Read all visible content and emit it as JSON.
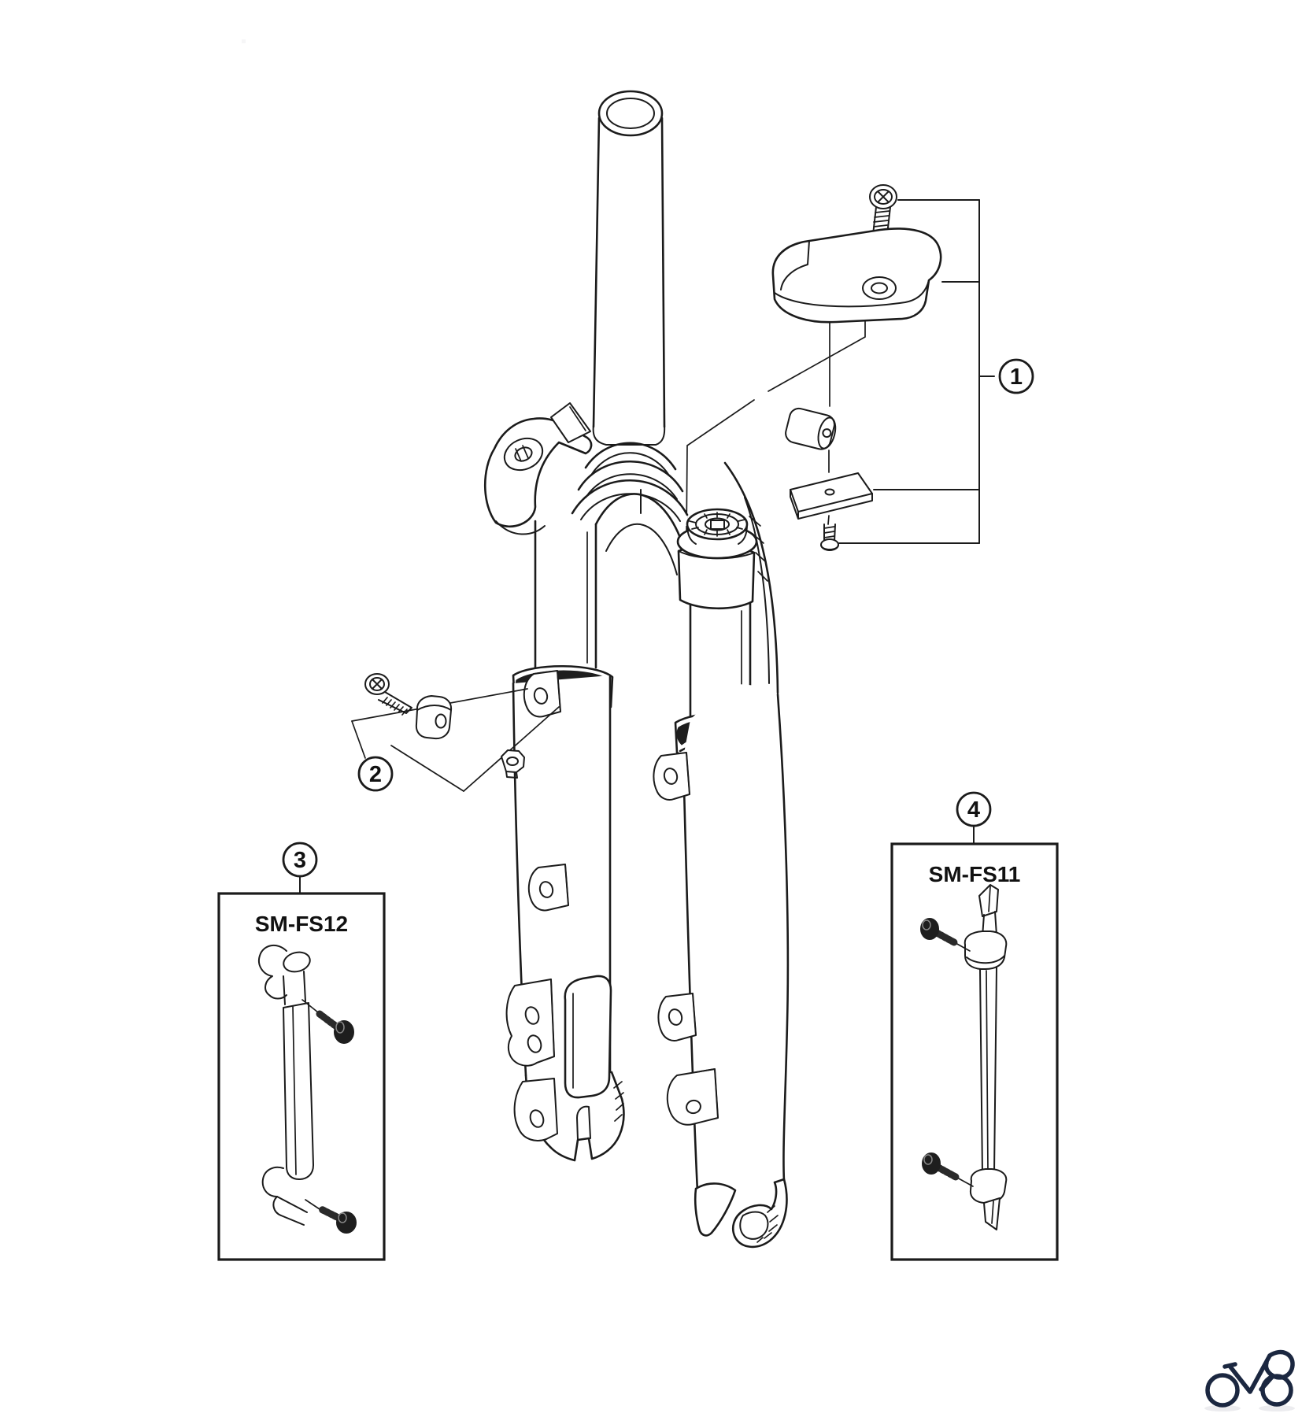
{
  "diagram": {
    "kind": "exploded-parts-diagram",
    "subject": "bicycle-suspension-fork",
    "background_color": "#ffffff",
    "line_color": "#1b1b1b",
    "callouts": [
      {
        "number": "1"
      },
      {
        "number": "2"
      },
      {
        "number": "3"
      },
      {
        "number": "4"
      }
    ],
    "part_boxes": [
      {
        "label": "SM-FS12"
      },
      {
        "label": "SM-FS11"
      }
    ],
    "logo": {
      "name": "bicycle-logo",
      "color": "#1b2740",
      "shadow_color": "#ececef"
    }
  }
}
